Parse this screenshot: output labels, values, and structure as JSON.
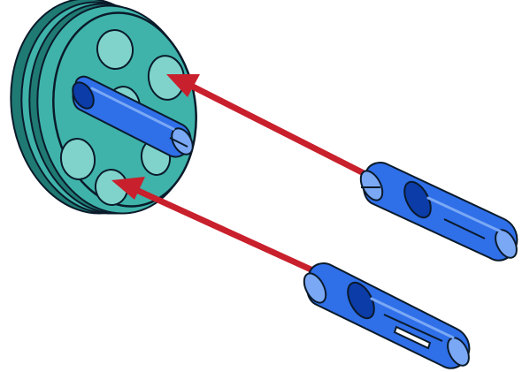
{
  "illustration": {
    "parts": {
      "wheel": "pulley-wheel",
      "inserted_pin": "inserted-pin",
      "upper_pin": "loose-pin-upper",
      "lower_pin": "loose-pin-lower",
      "upper_arrow": "arrow-upper",
      "lower_arrow": "arrow-lower"
    },
    "colors": {
      "background": "#ffffff",
      "wheel_fill": "#3fb3aa",
      "wheel_dark": "#1f7a73",
      "wheel_light": "#7fd3cb",
      "pin_fill": "#2f6fe8",
      "pin_dark": "#0b3ca8",
      "pin_light": "#7aa8f5",
      "arrow_color": "#c8202c",
      "outline": "#0a1a2a"
    }
  }
}
